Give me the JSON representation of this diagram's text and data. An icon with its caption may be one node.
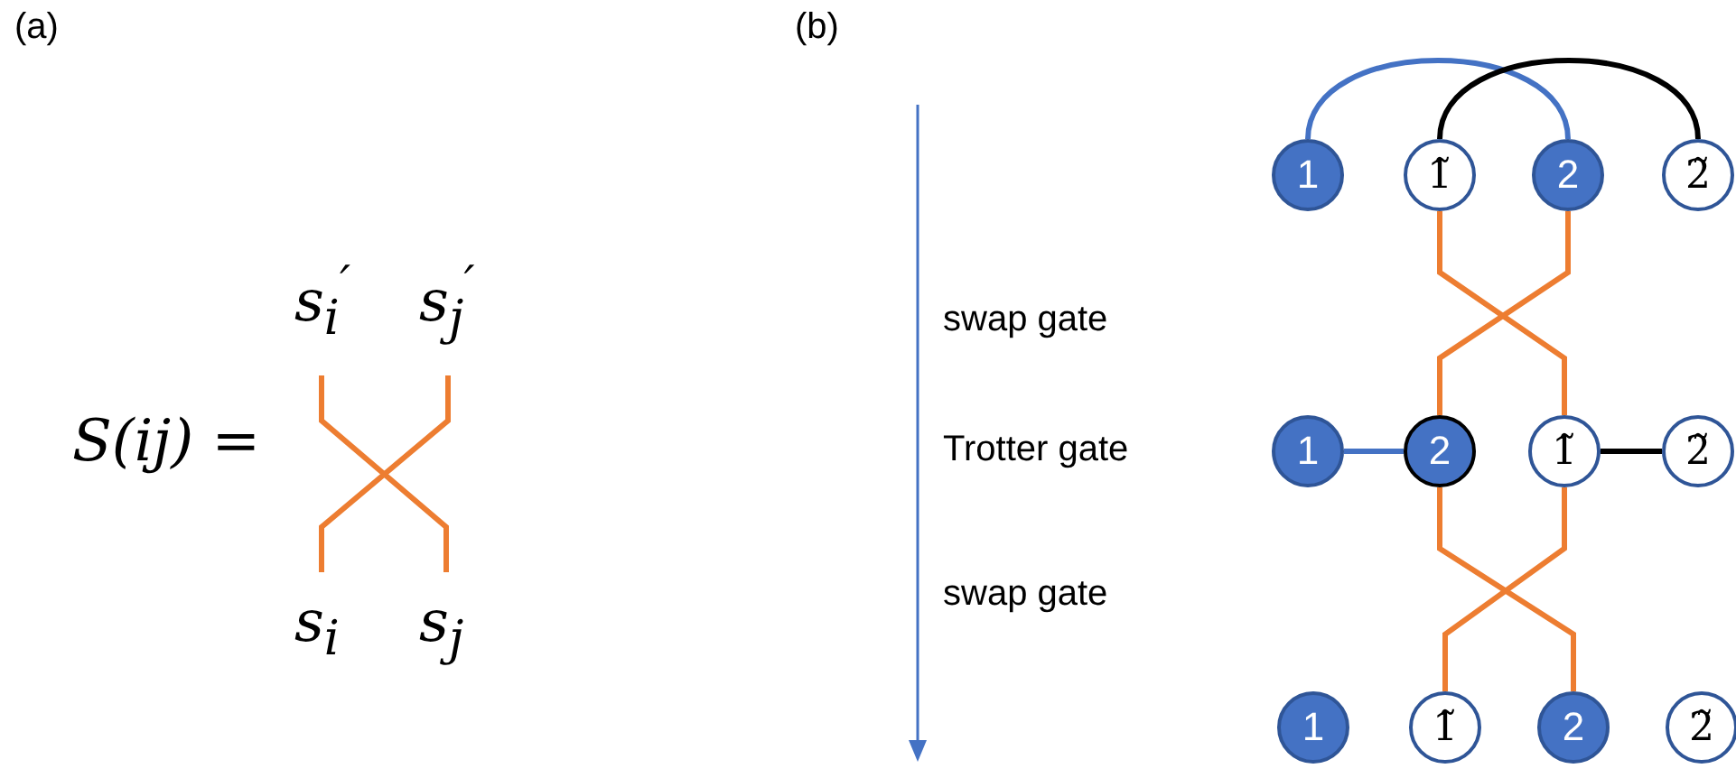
{
  "diagram": {
    "nodes": [
      {
        "text": [
          "1"
        ]
      },
      {
        "text": [
          "1̃"
        ]
      },
      {
        "text": [
          "2"
        ]
      },
      {
        "text": [
          "2̃"
        ]
      },
      {
        "text": [
          "1"
        ]
      },
      {
        "text": [
          "2"
        ]
      },
      {
        "text": [
          "1̃"
        ]
      },
      {
        "text": [
          "2̃"
        ]
      },
      {
        "text": [
          "1"
        ]
      },
      {
        "text": [
          "1̃"
        ]
      },
      {
        "text": [
          "2"
        ]
      },
      {
        "text": [
          "2̃"
        ]
      }
    ],
    "edges": [
      {
        "from": 0,
        "to": 2,
        "arrow": "none",
        "color": "#4472c4"
      },
      {
        "from": 1,
        "to": 3,
        "arrow": "none",
        "color": "#000000"
      },
      {
        "from": 1,
        "to": 6,
        "arrow": "none"
      },
      {
        "from": 2,
        "to": 5,
        "arrow": "none"
      },
      {
        "from": 4,
        "to": 5,
        "arrow": "none",
        "color": "#4472c4"
      },
      {
        "from": 6,
        "to": 7,
        "arrow": "none",
        "color": "#000000"
      },
      {
        "from": 5,
        "to": 10,
        "arrow": "none"
      },
      {
        "from": 6,
        "to": 9,
        "arrow": "none"
      }
    ],
    "labels": [
      "(a)",
      "(b)",
      "s$_{i}$$^{′}$",
      "s$_{j}$$^{′}$",
      "S(ij) =",
      "s$_{i}$",
      "s$_{j}$",
      "swap gate",
      "Trotter gate",
      "swap gate"
    ]
  }
}
